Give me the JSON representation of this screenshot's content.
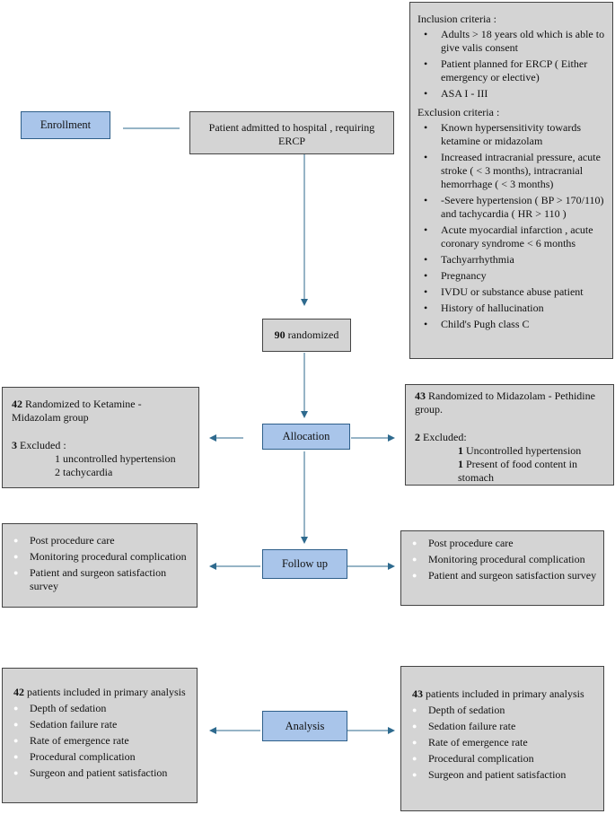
{
  "enrollment": {
    "label": "Enrollment",
    "admitted": "Patient admitted to hospital , requiring ERCP"
  },
  "criteria": {
    "inclusion_title": "Inclusion criteria :",
    "inclusion": [
      "Adults > 18 years old which is able to give valis consent",
      "Patient planned for ERCP ( Either emergency or elective)",
      "ASA I - III"
    ],
    "exclusion_title": "Exclusion criteria :",
    "exclusion": [
      "Known hypersensitivity towards ketamine or midazolam",
      "Increased intracranial pressure, acute stroke ( < 3 months), intracranial hemorrhage ( < 3 months)",
      "-Severe hypertension ( BP > 170/110) and tachycardia  ( HR > 110 )",
      "Acute myocardial infarction , acute coronary syndrome < 6 months",
      "Tachyarrhythmia",
      "Pregnancy",
      "IVDU or substance abuse patient",
      "History of hallucination",
      "Child's Pugh class C"
    ]
  },
  "randomized": {
    "count": "90",
    "text": " randomized"
  },
  "allocation": {
    "label": "Allocation",
    "left": {
      "count": "42",
      "text": " Randomized  to Ketamine - Midazolam group",
      "excluded_count": "3",
      "excluded_text": " Excluded :",
      "reasons": [
        "1 uncontrolled hypertension",
        "2 tachycardia"
      ]
    },
    "right": {
      "count": "43",
      "text": " Randomized to Midazolam - Pethidine group.",
      "excluded_count": "2",
      "excluded_text": " Excluded:",
      "reasons": [
        {
          "num": "1",
          "text": " Uncontrolled hypertension"
        },
        {
          "num": "1",
          "text": " Present of food content in stomach"
        }
      ]
    }
  },
  "followup": {
    "label": "Follow up",
    "items": [
      "Post procedure care",
      "Monitoring procedural complication",
      "Patient and surgeon satisfaction survey"
    ]
  },
  "analysis": {
    "label": "Analysis",
    "left": {
      "count": "42",
      "text": " patients included in primary analysis",
      "items": [
        "Depth of sedation",
        "Sedation failure rate",
        "Rate of emergence rate",
        "Procedural complication",
        "Surgeon and patient satisfaction"
      ]
    },
    "right": {
      "count": "43",
      "text": " patients included in primary analysis",
      "items": [
        "Depth of sedation",
        "Sedation failure rate",
        "Rate of emergence rate",
        "Procedural complication",
        "Surgeon and patient satisfaction"
      ]
    }
  },
  "colors": {
    "stage_fill": "#a9c5ea",
    "box_fill": "#d4d4d4",
    "arrow": "#2e6a8e"
  }
}
